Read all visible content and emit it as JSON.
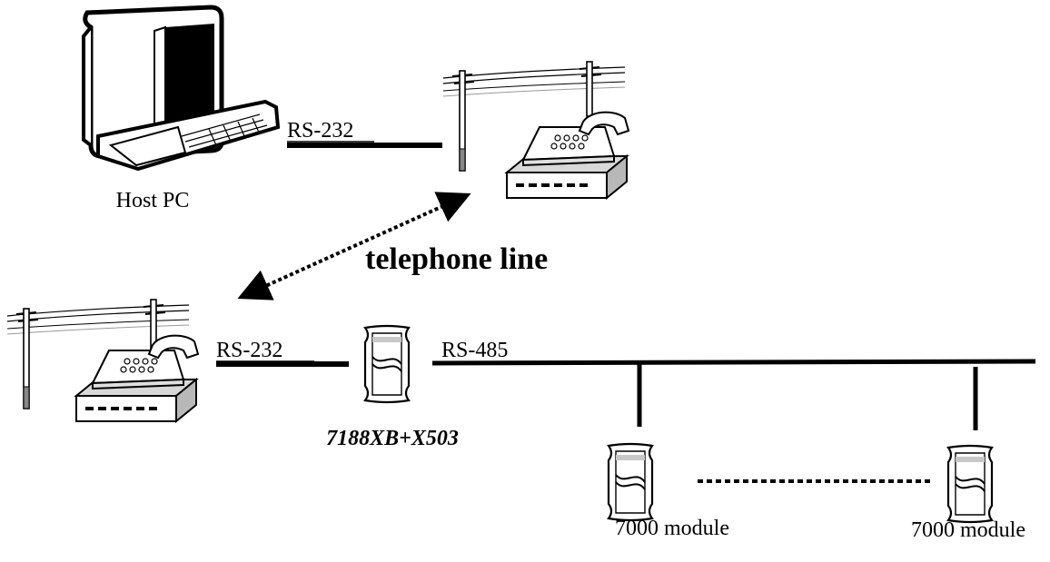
{
  "labels": {
    "host_pc": "Host PC",
    "rs232_top": "RS-232",
    "telephone_line": "telephone line",
    "rs232_bottom": "RS-232",
    "rs485": "RS-485",
    "controller": "7188XB+X503",
    "module_left": "7000 module",
    "module_right": "7000 module"
  },
  "colors": {
    "ink": "#000000",
    "shade": "#c8c8c8",
    "paper": "#ffffff"
  }
}
